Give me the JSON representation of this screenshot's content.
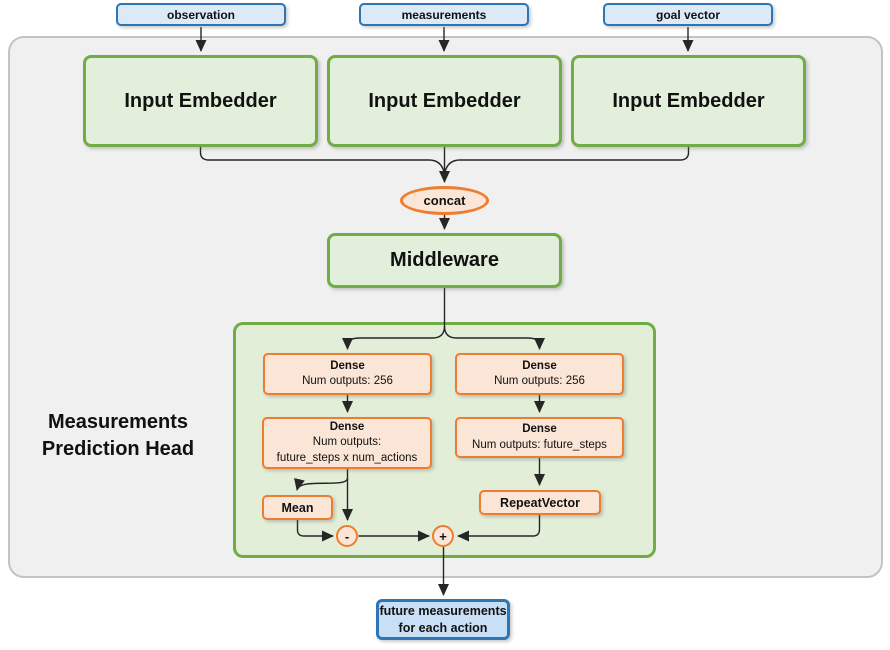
{
  "nodes": {
    "inputs": [
      {
        "label": "observation"
      },
      {
        "label": "measurements"
      },
      {
        "label": "goal vector"
      }
    ],
    "embedders": [
      {
        "label": "Input Embedder"
      },
      {
        "label": "Input Embedder"
      },
      {
        "label": "Input Embedder"
      }
    ],
    "concat": {
      "label": "concat"
    },
    "middleware": {
      "label": "Middleware"
    },
    "head": {
      "title_line1": "Measurements",
      "title_line2": "Prediction Head",
      "dense_action_1": {
        "title": "Dense",
        "detail": "Num outputs: 256"
      },
      "dense_measure_1": {
        "title": "Dense",
        "detail": "Num outputs: 256"
      },
      "dense_action_2": {
        "title": "Dense",
        "detail_line1": "Num outputs:",
        "detail_line2": "future_steps x num_actions"
      },
      "dense_measure_2": {
        "title": "Dense",
        "detail": "Num outputs: future_steps"
      },
      "mean": {
        "label": "Mean"
      },
      "repeat_vector": {
        "label": "RepeatVector"
      },
      "subtract": {
        "label": "-"
      },
      "add": {
        "label": "+"
      }
    },
    "output": {
      "label_line1": "future measurements",
      "label_line2": "for each action"
    }
  },
  "colors": {
    "blue_border": "#2E75B6",
    "blue_fill_light": "#DCE9F7",
    "blue_fill": "#C9DFF5",
    "green_border": "#70AD47",
    "green_fill": "#E2EFDA",
    "head_fill": "#E2EED8",
    "orange_border": "#ED7D31",
    "orange_fill": "#FBE5D6",
    "frame_fill": "#F0F0F0",
    "frame_border": "#C3C3C3",
    "wire": "#262626"
  }
}
